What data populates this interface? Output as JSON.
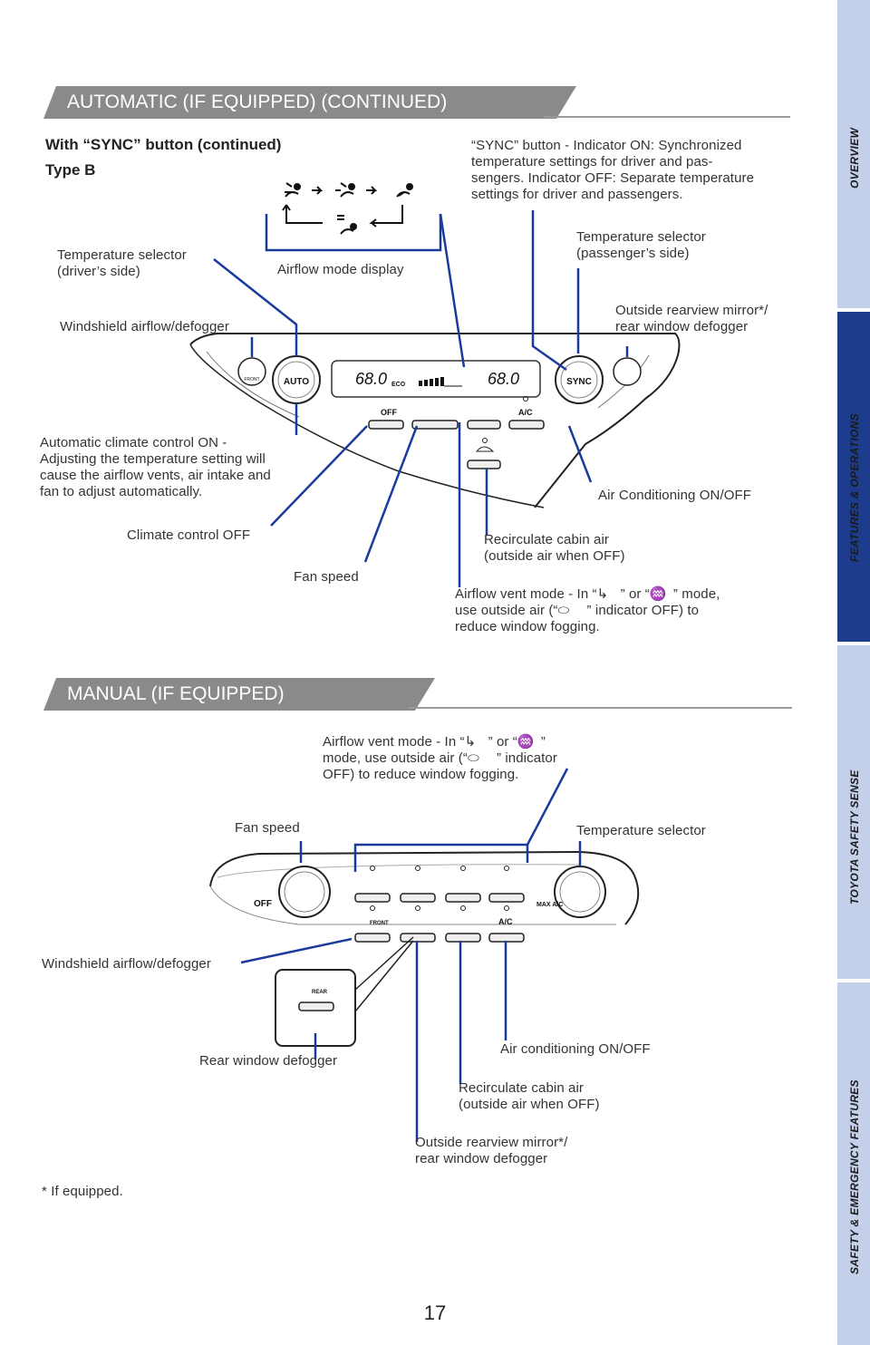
{
  "page_number": "17",
  "sidebar": {
    "tabs": [
      {
        "label": "OVERVIEW"
      },
      {
        "label": "FEATURES & OPERATIONS"
      },
      {
        "label": "TOYOTA SAFETY SENSE"
      },
      {
        "label": "SAFETY & EMERGENCY FEATURES"
      }
    ]
  },
  "section1": {
    "banner": "AUTOMATIC (IF EQUIPPED) (CONTINUED)",
    "heading": "With “SYNC” button (continued)",
    "subheading": "Type B",
    "panel": {
      "left_temp": "68.0",
      "right_temp": "68.0",
      "eco": "ECO",
      "auto": "AUTO",
      "sync": "SYNC",
      "front": "FRONT",
      "off": "OFF",
      "ac": "A/C"
    },
    "callouts": {
      "sync_button": "“SYNC” button - Indicator ON: Synchronized\ntemperature settings for driver and pas-\nsengers. Indicator OFF: Separate temperature\nsettings for driver and passengers.",
      "temp_driver": "Temperature selector\n(driver’s side)",
      "airflow_display": "Airflow mode display",
      "temp_passenger": "Temperature selector\n(passenger’s side)",
      "mirror_defogger": "Outside rearview mirror*/\nrear window defogger",
      "windshield": "Windshield airflow/defogger",
      "auto_on": "Automatic climate control ON -\nAdjusting the temperature setting will\ncause the airflow vents, air intake and\nfan to adjust automatically.",
      "ac_onoff": "Air Conditioning ON/OFF",
      "climate_off": "Climate control OFF",
      "recirculate": "Recirculate cabin air\n(outside air when OFF)",
      "fan_speed": "Fan speed",
      "vent_mode_1": "Airflow vent mode - In “",
      "vent_mode_2": "” or “",
      "vent_mode_3": "” mode,",
      "vent_mode_4": "use outside air (“",
      "vent_mode_5": "” indicator OFF) to",
      "vent_mode_6": "reduce window fogging."
    }
  },
  "section2": {
    "banner": "MANUAL (IF EQUIPPED)",
    "panel": {
      "off": "OFF",
      "front": "FRONT",
      "ac": "A/C",
      "max_ac": "MAX\nA/C",
      "rear": "REAR"
    },
    "callouts": {
      "vent_mode_1": "Airflow vent mode - In “",
      "vent_mode_2": "” or “",
      "vent_mode_3": "”",
      "vent_mode_4": "mode, use outside air (“",
      "vent_mode_5": "” indicator",
      "vent_mode_6": "OFF) to reduce window fogging.",
      "fan_speed": "Fan speed",
      "temp_selector": "Temperature selector",
      "windshield": "Windshield airflow/defogger",
      "rear_defogger": "Rear window defogger",
      "ac_onoff": "Air conditioning ON/OFF",
      "recirculate": "Recirculate cabin air\n(outside air when OFF)",
      "mirror_defogger": "Outside rearview mirror*/\nrear window defogger"
    }
  },
  "footnote": "* If equipped.",
  "colors": {
    "callout_line": "#1a3a9e",
    "banner": "#8a8a8a",
    "tab": "#c4d0ea",
    "tab_active": "#1d3c8e"
  }
}
